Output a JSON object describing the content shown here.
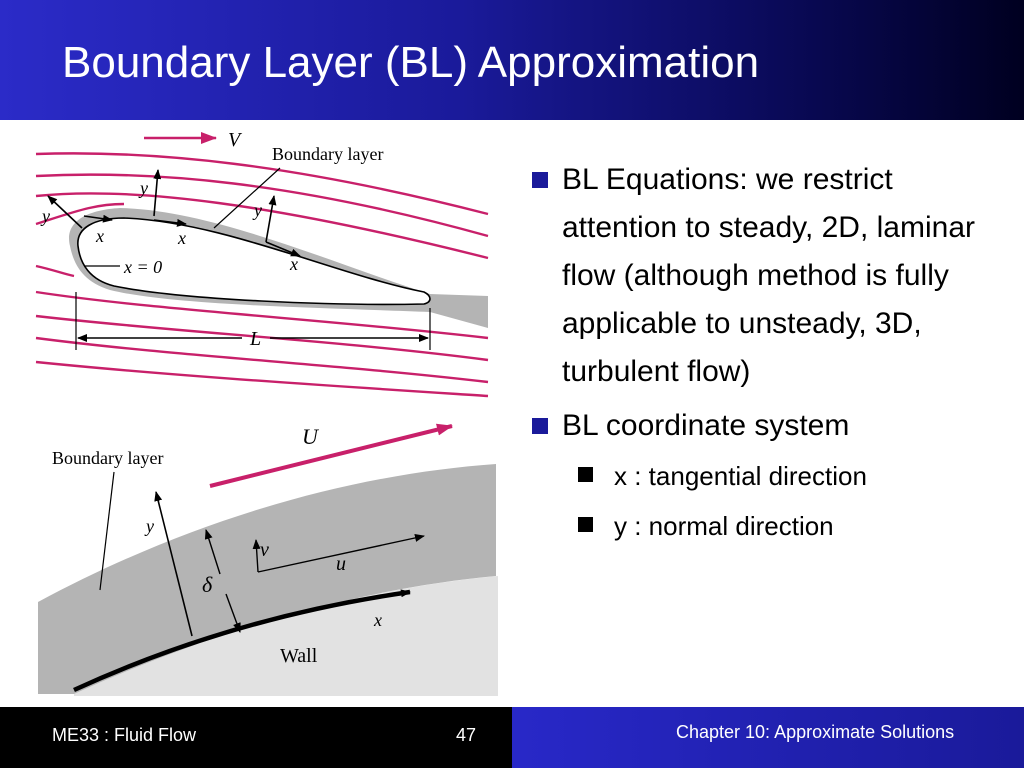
{
  "slide": {
    "title": "Boundary Layer (BL) Approximation"
  },
  "figure": {
    "top": {
      "free_stream_label": "V",
      "boundary_layer_label": "Boundary layer",
      "y_label": "y",
      "x_label": "x",
      "origin_label": "x = 0",
      "length_label": "L"
    },
    "bottom": {
      "velocity_label": "U",
      "boundary_layer_label": "Boundary layer",
      "y_label": "y",
      "delta_label": "δ",
      "v_label": "v",
      "u_label": "u",
      "x_label": "x",
      "wall_label": "Wall"
    }
  },
  "bullets": [
    {
      "text": "BL Equations:  we restrict attention to steady, 2D, laminar flow (although method is fully applicable to unsteady, 3D, turbulent flow)",
      "sub": []
    },
    {
      "text": "BL coordinate system",
      "sub": [
        "x : tangential direction",
        "y : normal direction"
      ]
    }
  ],
  "footer": {
    "course": "ME33 :  Fluid Flow",
    "page": "47",
    "chapter": "Chapter 10:  Approximate Solutions"
  },
  "colors": {
    "title_bar_start": "#2b2bc8",
    "title_bar_end": "#000020",
    "bullet_marker": "#1a1a9a",
    "streamline": "#c8206a",
    "boundary_layer_fill": "#b4b4b4"
  }
}
